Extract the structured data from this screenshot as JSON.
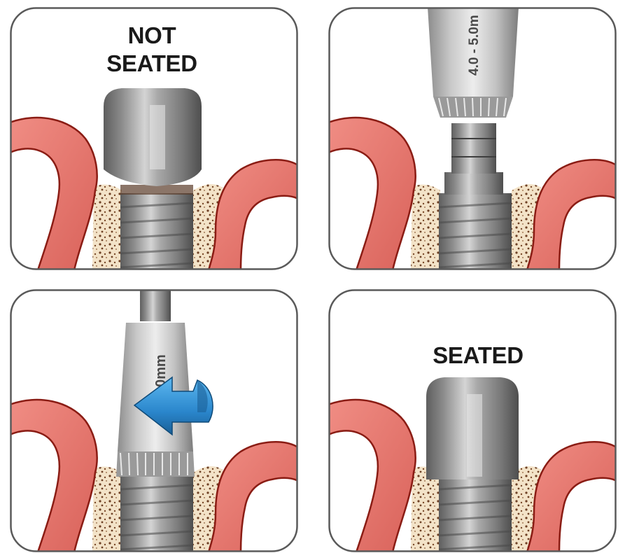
{
  "panels": [
    {
      "id": "not-seated",
      "title_lines": [
        "NOT",
        "SEATED"
      ]
    },
    {
      "id": "driver-engaged",
      "driver_marking": "4.0 - 5.0m"
    },
    {
      "id": "driver-turning",
      "driver_marking": "0mm"
    },
    {
      "id": "seated",
      "title_lines": [
        "SEATED"
      ]
    }
  ],
  "colors": {
    "panel_border": "#5a5a5a",
    "gum": "#e8776f",
    "gum_edge": "#8a1c14",
    "bone": "#f3e3c8",
    "bone_pore": "#6e4024",
    "metal_dark": "#7c7c7c",
    "metal_light": "#cfcfcf",
    "arrow_blue": "#2f8ed3"
  },
  "icons": [
    "rotate-arrow-icon"
  ]
}
